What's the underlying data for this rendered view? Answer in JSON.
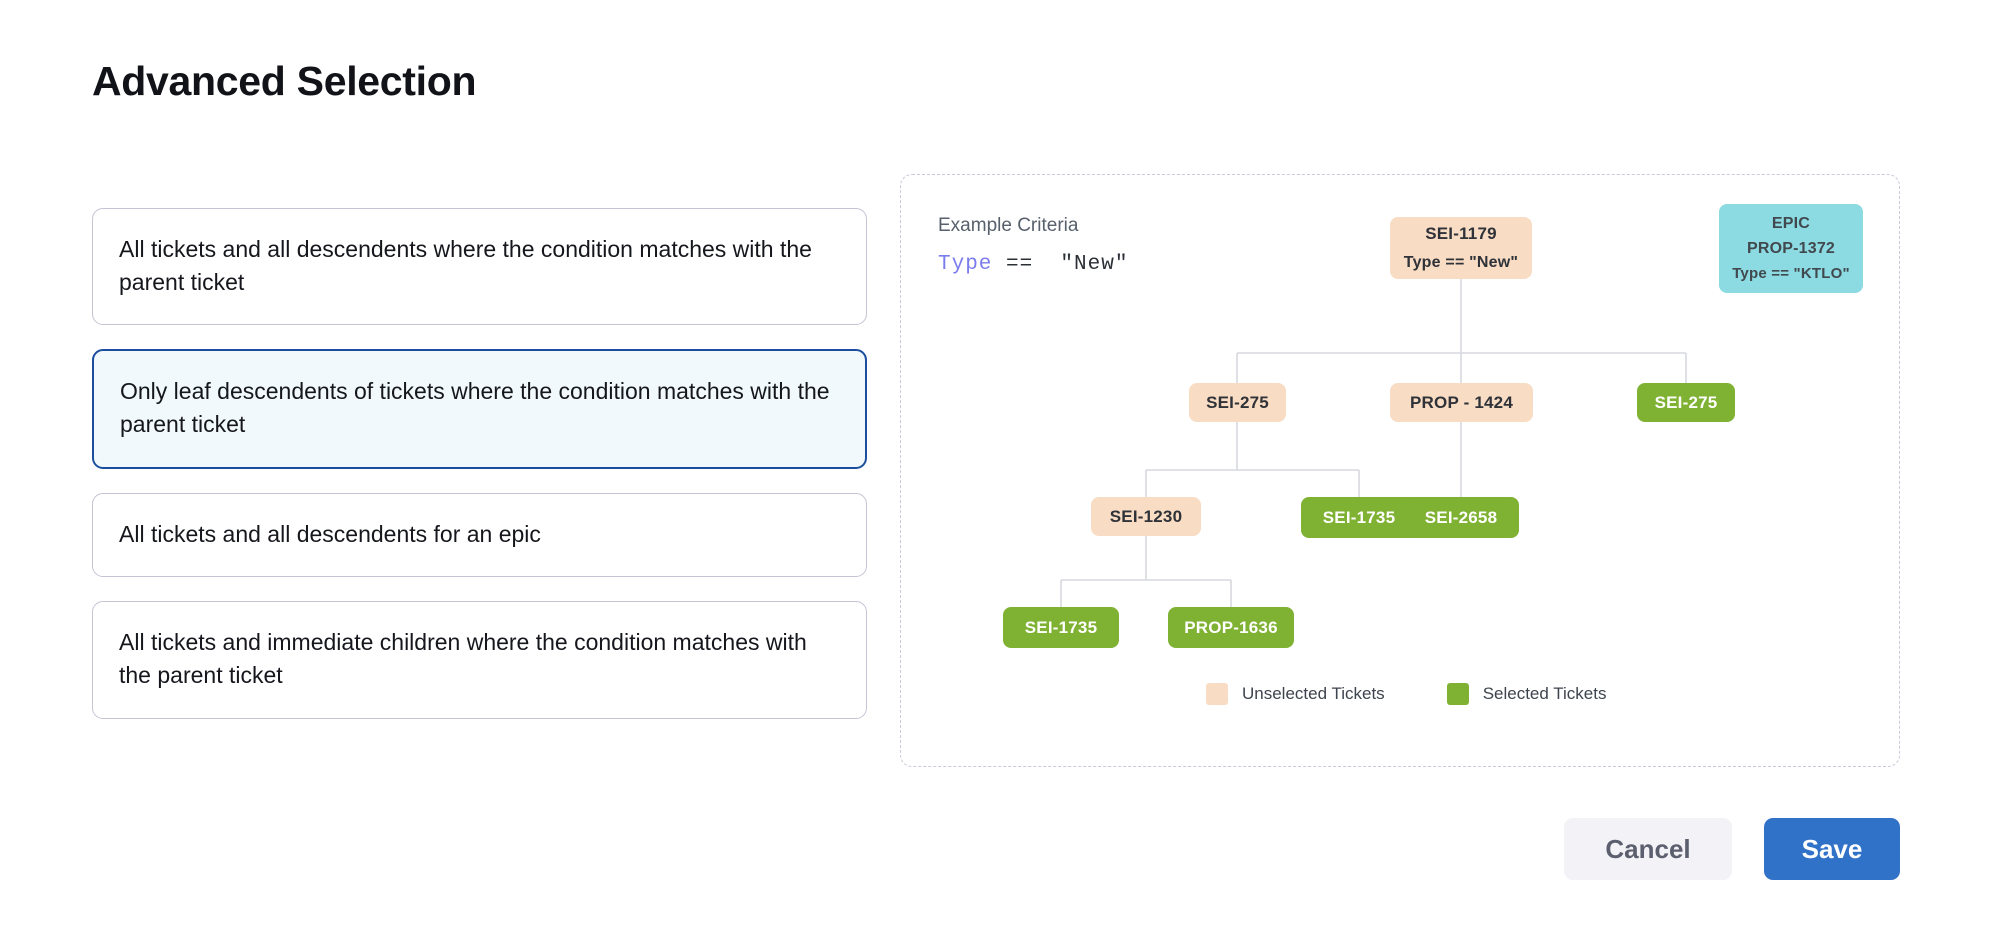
{
  "page": {
    "title": "Advanced Selection"
  },
  "options": [
    {
      "id": "all-descendents-condition",
      "label": "All tickets and all descendents where the condition matches with the parent ticket",
      "selected": false
    },
    {
      "id": "leaf-descendents-condition",
      "label": "Only leaf descendents of tickets where the condition matches with the parent ticket",
      "selected": true
    },
    {
      "id": "all-descendents-epic",
      "label": "All tickets and all descendents for an epic",
      "selected": false
    },
    {
      "id": "immediate-children-condition",
      "label": "All tickets and immediate children where the condition matches with the parent ticket",
      "selected": false
    }
  ],
  "diagram": {
    "criteria_label": "Example Criteria",
    "criteria_field": "Type",
    "criteria_rest": " ==  \"New\"",
    "nodes": [
      {
        "id": "sei-1179",
        "line1": "SEI-1179",
        "line2": "Type == \"New\"",
        "state": "unselected"
      },
      {
        "id": "epic-prop-1372",
        "line1": "EPIC",
        "line2": "PROP-1372",
        "line3": "Type == \"KTLO\"",
        "state": "epic"
      },
      {
        "id": "sei-275-a",
        "line1": "SEI-275",
        "state": "unselected"
      },
      {
        "id": "prop-1424",
        "line1": "PROP - 1424",
        "state": "unselected"
      },
      {
        "id": "sei-275-b",
        "line1": "SEI-275",
        "state": "selected"
      },
      {
        "id": "sei-1230",
        "line1": "SEI-1230",
        "state": "unselected"
      },
      {
        "id": "sei-1735-a",
        "line1": "SEI-1735",
        "state": "selected"
      },
      {
        "id": "sei-2658",
        "line1": "SEI-2658",
        "state": "selected"
      },
      {
        "id": "sei-1735-b",
        "line1": "SEI-1735",
        "state": "selected"
      },
      {
        "id": "prop-1636",
        "line1": "PROP-1636",
        "state": "selected"
      }
    ],
    "legend": [
      {
        "id": "unselected",
        "label": "Unselected Tickets",
        "color": "#f8dcc3"
      },
      {
        "id": "selected",
        "label": "Selected Tickets",
        "color": "#7fb233"
      }
    ]
  },
  "footer": {
    "cancel_label": "Cancel",
    "save_label": "Save"
  },
  "colors": {
    "accent_blue": "#3172c9",
    "selected_border": "#1b4f9e",
    "selected_bg": "#f1f9fc",
    "unselected_ticket": "#f8dcc3",
    "selected_ticket": "#7fb233",
    "epic_ticket": "#8cdae2",
    "criteria_field": "#7b7cec"
  }
}
